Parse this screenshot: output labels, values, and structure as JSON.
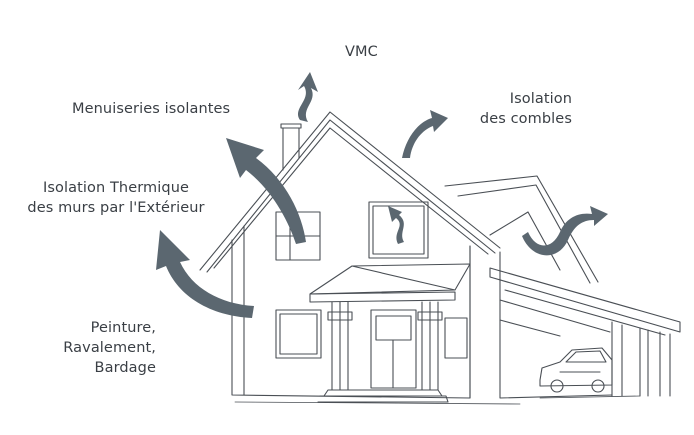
{
  "labels": {
    "vmc": "VMC",
    "menuiseries": "Menuiseries isolantes",
    "combles_line1": "Isolation",
    "combles_line2": "des combles",
    "ite_line1": "Isolation Thermique",
    "ite_line2": "des murs par l'Extérieur",
    "peinture_line1": "Peinture,",
    "peinture_line2": "Ravalement,",
    "peinture_line3": "Bardage"
  },
  "colors": {
    "arrow": "#5b6770",
    "line": "#4a4f55",
    "text": "#3a3f45"
  },
  "icons": {
    "arrow_style": "curved-arrow",
    "drawing": "house-line-sketch",
    "vehicle": "car-sketch"
  }
}
